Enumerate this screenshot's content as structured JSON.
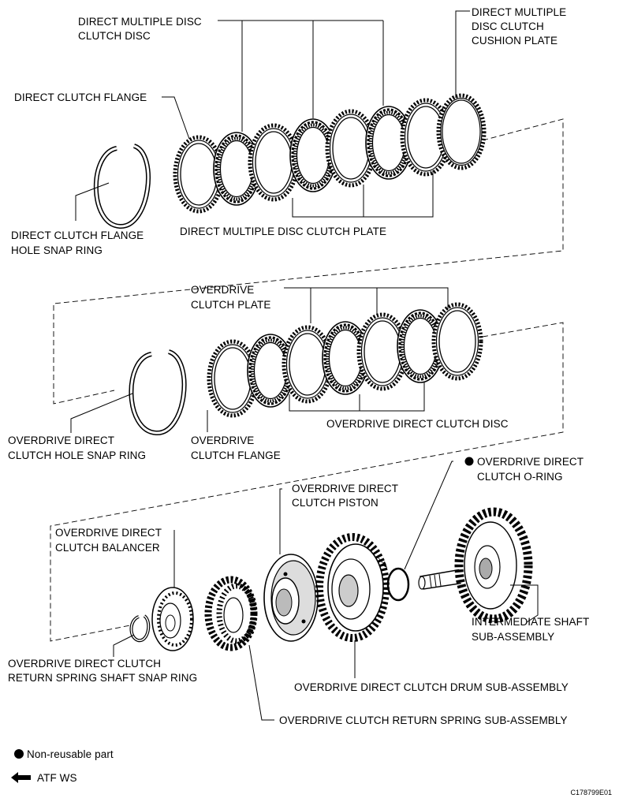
{
  "labels": {
    "direct_disc": [
      "DIRECT MULTIPLE DISC",
      "CLUTCH DISC"
    ],
    "cushion_plate": [
      "DIRECT MULTIPLE",
      "DISC CLUTCH",
      "CUSHION PLATE"
    ],
    "direct_flange": [
      "DIRECT CLUTCH FLANGE"
    ],
    "direct_snap": [
      "DIRECT CLUTCH FLANGE",
      "HOLE SNAP RING"
    ],
    "direct_plate": [
      "DIRECT MULTIPLE DISC CLUTCH PLATE"
    ],
    "od_plate": [
      "OVERDRIVE",
      "CLUTCH PLATE"
    ],
    "od_snap": [
      "OVERDRIVE DIRECT",
      "CLUTCH HOLE SNAP RING"
    ],
    "od_flange": [
      "OVERDRIVE",
      "CLUTCH FLANGE"
    ],
    "od_disc": [
      "OVERDRIVE DIRECT CLUTCH DISC"
    ],
    "od_oring": [
      "OVERDRIVE DIRECT",
      "CLUTCH O-RING"
    ],
    "od_piston": [
      "OVERDRIVE DIRECT",
      "CLUTCH PISTON"
    ],
    "od_balancer": [
      "OVERDRIVE DIRECT",
      "CLUTCH BALANCER"
    ],
    "inter_shaft": [
      "INTERMEDIATE SHAFT",
      "SUB-ASSEMBLY"
    ],
    "return_snap": [
      "OVERDRIVE DIRECT CLUTCH",
      "RETURN SPRING SHAFT SNAP RING"
    ],
    "drum": [
      "OVERDRIVE DIRECT CLUTCH DRUM SUB-ASSEMBLY"
    ],
    "return_spring": [
      "OVERDRIVE CLUTCH RETURN SPRING SUB-ASSEMBLY"
    ]
  },
  "legend": {
    "non_reusable": "Non-reusable part",
    "atf": "ATF WS"
  },
  "figure_code": "C178799E01"
}
